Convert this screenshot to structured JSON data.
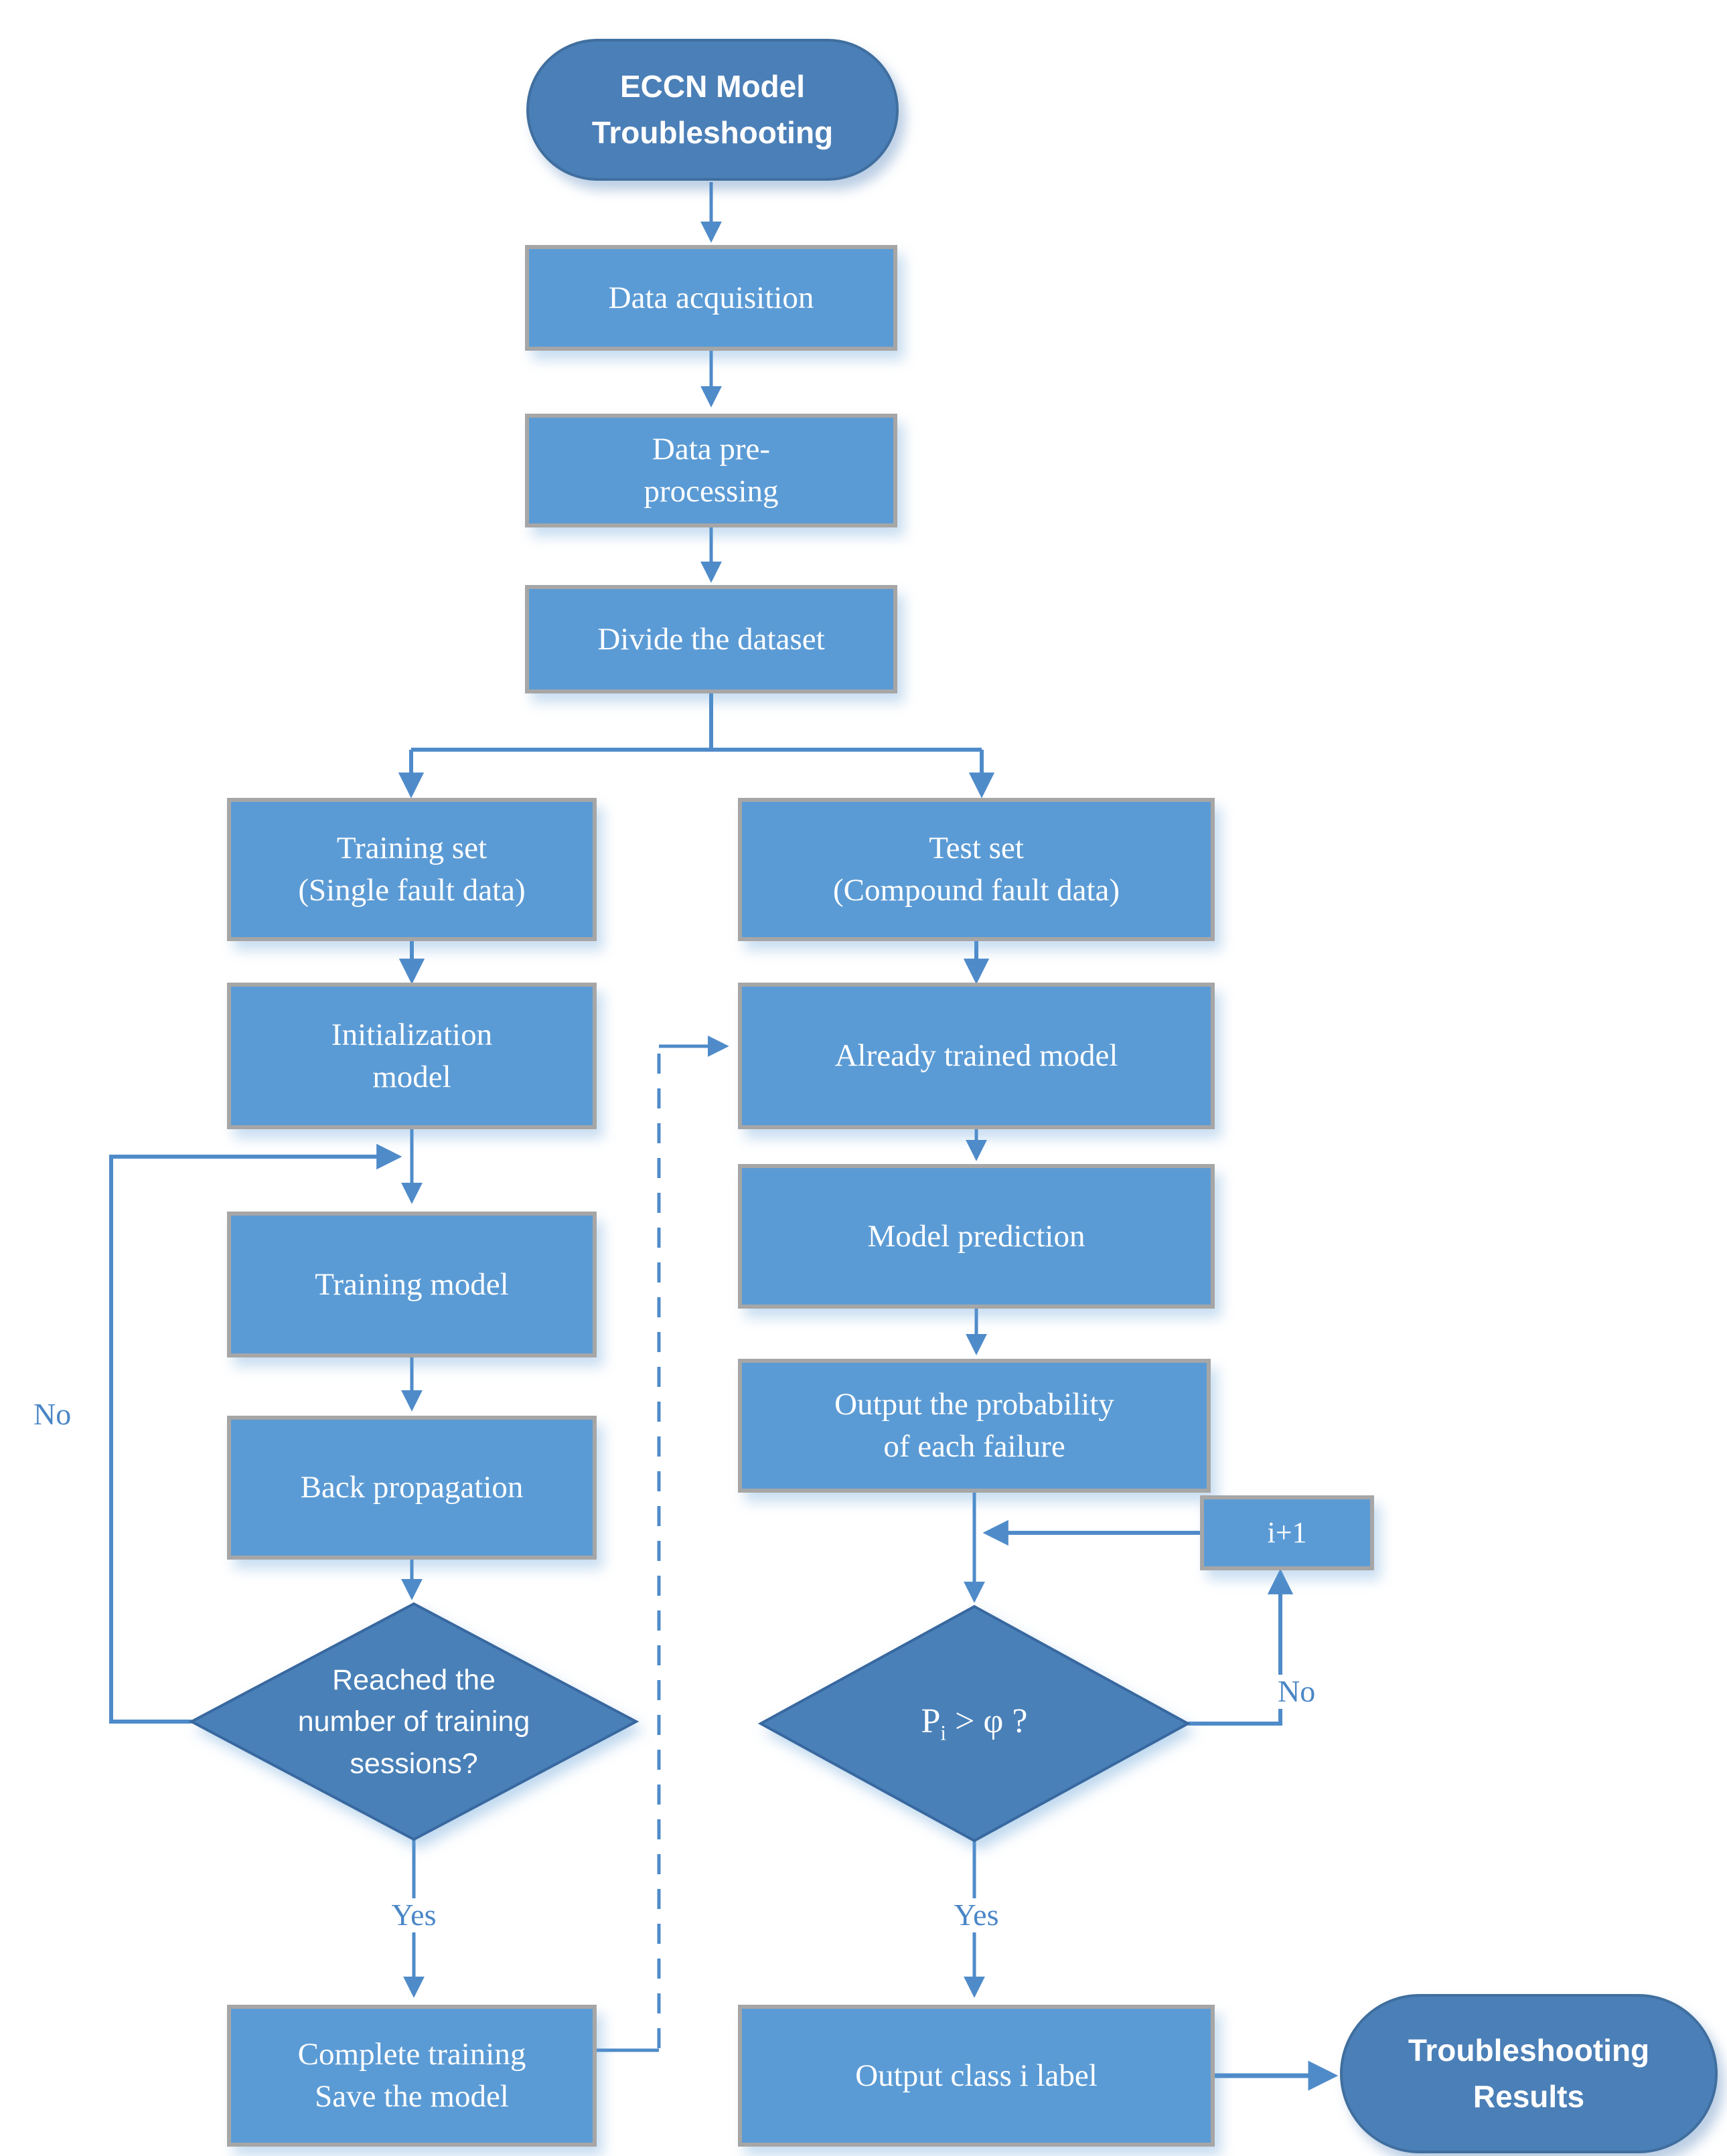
{
  "palette": {
    "box_fill": "#5b9bd5",
    "box_border": "#a6a6a6",
    "dark_fill": "#4b7fb7",
    "dark_border": "#406f9f",
    "line": "#4f8bc9",
    "label_text": "#4a86c6",
    "node_text": "#ffffff"
  },
  "nodes": {
    "start": {
      "lines": [
        "ECCN Model",
        "Troubleshooting"
      ]
    },
    "data_acquisition": {
      "label": "Data acquisition"
    },
    "data_preprocessing": {
      "lines": [
        "Data pre-",
        "processing"
      ]
    },
    "divide_dataset": {
      "label": "Divide the dataset"
    },
    "training_set": {
      "lines": [
        "Training set",
        "(Single fault data)"
      ]
    },
    "test_set": {
      "lines": [
        "Test set",
        "(Compound fault data)"
      ]
    },
    "init_model": {
      "lines": [
        "Initialization",
        "model"
      ]
    },
    "already_trained": {
      "label": "Already trained model"
    },
    "training_model": {
      "label": "Training model"
    },
    "model_prediction": {
      "label": "Model prediction"
    },
    "back_propagation": {
      "label": "Back propagation"
    },
    "output_probability": {
      "lines": [
        "Output the probability",
        "of each failure"
      ]
    },
    "iplus1": {
      "label": "i+1"
    },
    "diamond_training": {
      "lines": [
        "Reached the",
        "number of training",
        "sessions?"
      ]
    },
    "diamond_probability": {
      "base": "P",
      "sub": "i",
      "rest": " > φ ?"
    },
    "complete_training": {
      "lines": [
        "Complete training",
        "Save the model"
      ]
    },
    "output_class": {
      "label": "Output class i label"
    },
    "results": {
      "lines": [
        "Troubleshooting",
        "Results"
      ]
    }
  },
  "edge_labels": {
    "no_left": "No",
    "yes_left": "Yes",
    "no_right": "No",
    "yes_right": "Yes"
  }
}
